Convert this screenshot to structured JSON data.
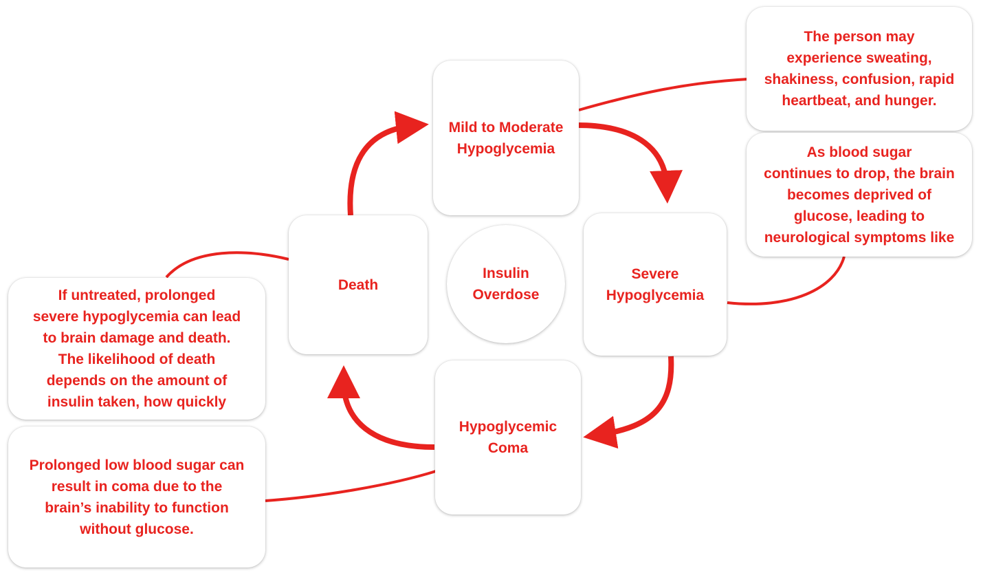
{
  "diagram": {
    "title": "Insulin Overdose",
    "accent_color": "#e8231f",
    "center": {
      "label_lines": [
        "Insulin",
        "Overdose"
      ]
    },
    "stages": [
      {
        "id": "mild",
        "label_lines": [
          "Mild to Moderate",
          "Hypoglycemia"
        ]
      },
      {
        "id": "severe",
        "label_lines": [
          "Severe",
          "Hypoglycemia"
        ]
      },
      {
        "id": "coma",
        "label_lines": [
          "Hypoglycemic",
          "Coma"
        ]
      },
      {
        "id": "death",
        "label_lines": [
          "Death"
        ]
      }
    ],
    "flow": [
      {
        "from": "mild",
        "to": "severe"
      },
      {
        "from": "severe",
        "to": "coma"
      },
      {
        "from": "coma",
        "to": "death"
      },
      {
        "from": "death",
        "to": "mild"
      }
    ],
    "notes": [
      {
        "attached_to": "mild",
        "lines": [
          "The person may",
          "experience sweating,",
          "shakiness, confusion, rapid",
          "heartbeat, and hunger."
        ]
      },
      {
        "attached_to": "severe",
        "lines": [
          "As blood sugar",
          "continues to drop, the brain",
          "becomes deprived of",
          "glucose, leading to",
          "neurological symptoms like"
        ]
      },
      {
        "attached_to": "death",
        "lines": [
          "If untreated, prolonged",
          "severe hypoglycemia can lead",
          "to brain damage and death.",
          "The likelihood of death",
          "depends on the amount of",
          "insulin taken, how quickly"
        ]
      },
      {
        "attached_to": "coma",
        "lines": [
          "Prolonged low blood sugar can",
          "result in coma due to the",
          "brain’s inability to function",
          "without glucose."
        ]
      }
    ]
  }
}
